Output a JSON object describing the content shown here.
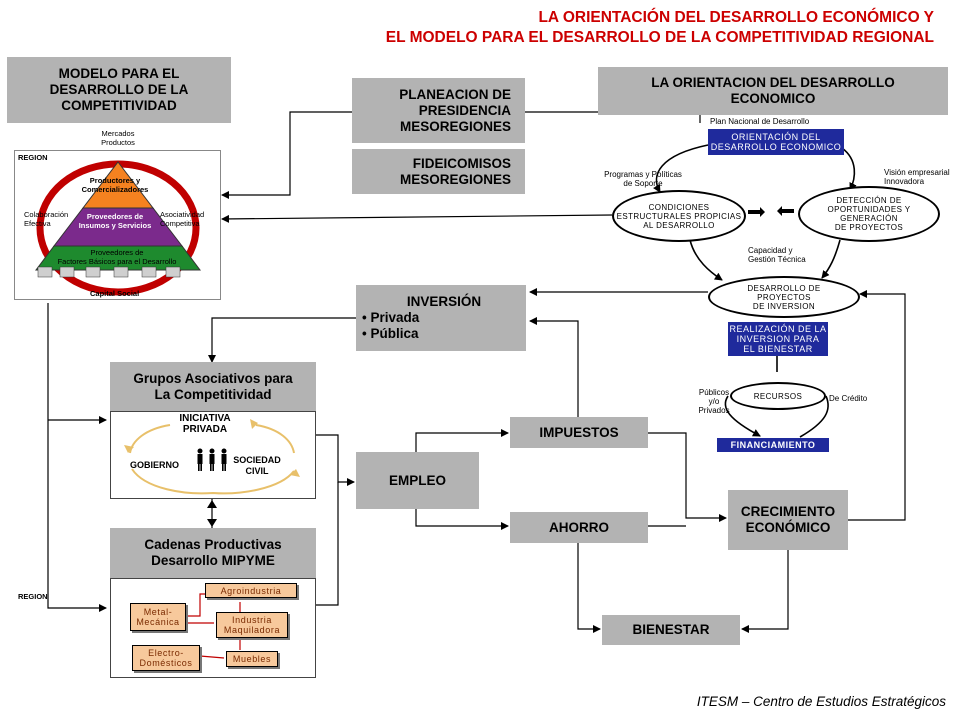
{
  "title": {
    "line1": "LA ORIENTACIÓN DEL DESARROLLO ECONÓMICO Y",
    "line2": "EL MODELO  PARA EL DESARROLLO DE LA COMPETITIVIDAD REGIONAL"
  },
  "footer": "ITESM – Centro de Estudios Estratégicos",
  "modelo_box": [
    "MODELO  PARA EL",
    "DESARROLLO DE LA",
    "COMPETITIVIDAD"
  ],
  "planeacion_box": [
    "PLANEACION DE",
    "PRESIDENCIA",
    "MESOREGIONES"
  ],
  "fideicomisos_box": [
    "FIDEICOMISOS",
    "MESOREGIONES"
  ],
  "orientacion_box": [
    "LA ORIENTACION DEL DESARROLLO",
    "ECONOMICO"
  ],
  "inversion_box": {
    "title": "INVERSIÓN",
    "items": [
      "Privada",
      "Pública"
    ]
  },
  "grupos_box": [
    "Grupos Asociativos para",
    "La Competitividad"
  ],
  "cadenas_box": [
    "Cadenas Productivas",
    "Desarrollo MIPYME"
  ],
  "empleo": "EMPLEO",
  "impuestos": "IMPUESTOS",
  "ahorro": "AHORRO",
  "bienestar": "BIENESTAR",
  "crecimiento": [
    "CRECIMIENTO",
    "ECONÓMICO"
  ],
  "model_image": {
    "region_label": "REGION",
    "mercados": [
      "Mercados",
      "Productos"
    ],
    "productores": [
      "Productores y",
      "Comercializadores"
    ],
    "proveedores": [
      "Proveedores de",
      "Insumos y Servicios"
    ],
    "factores": [
      "Proveedores de",
      "Factores Básicos para el Desarrollo"
    ],
    "colaboracion": [
      "Colaboración",
      "Efectiva"
    ],
    "asociatividad": [
      "Asociatividad",
      "Competitiva"
    ],
    "capital": "Capital Social",
    "region_bottom": "REGION"
  },
  "grupos_image": {
    "iniciativa": [
      "INICIATIVA",
      "PRIVADA"
    ],
    "gobierno": "GOBIERNO",
    "sociedad": [
      "SOCIEDAD",
      "CIVIL"
    ]
  },
  "cadenas_image": {
    "agroindustria": "Agroindustria",
    "metal": [
      "Metal-",
      "Mecánica"
    ],
    "industria": [
      "Industria",
      "Maquiladora"
    ],
    "electro": [
      "Electro-",
      "Domésticos"
    ],
    "muebles": "Muebles"
  },
  "flow": {
    "plan_nacional": "Plan Nacional de Desarrollo",
    "orientacion_blue": [
      "ORIENTACIÓN DEL",
      "DESARROLLO ECONOMICO"
    ],
    "programas": [
      "Programas y Políticas",
      "de Soporte"
    ],
    "condiciones": [
      "CONDICIONES",
      "ESTRUCTURALES PROPICIAS",
      "AL DESARROLLO"
    ],
    "vision": [
      "Visión empresarial",
      "Innovadora"
    ],
    "deteccion": [
      "DETECCIÓN DE",
      "OPORTUNIDADES Y",
      "GENERACIÓN",
      "DE PROYECTOS"
    ],
    "capacidad": [
      "Capacidad y",
      "Gestión Técnica"
    ],
    "desarrollo_proyectos": [
      "DESARROLLO DE",
      "PROYECTOS",
      "DE INVERSION"
    ],
    "realizacion": [
      "REALIZACIÓN DE LA",
      "INVERSION PARA",
      "EL BIENESTAR"
    ],
    "publicos": [
      "Públicos",
      "y/o",
      "Privados"
    ],
    "recursos": "RECURSOS",
    "de_credito": "De Crédito",
    "financiamiento": "FINANCIAMIENTO"
  }
}
